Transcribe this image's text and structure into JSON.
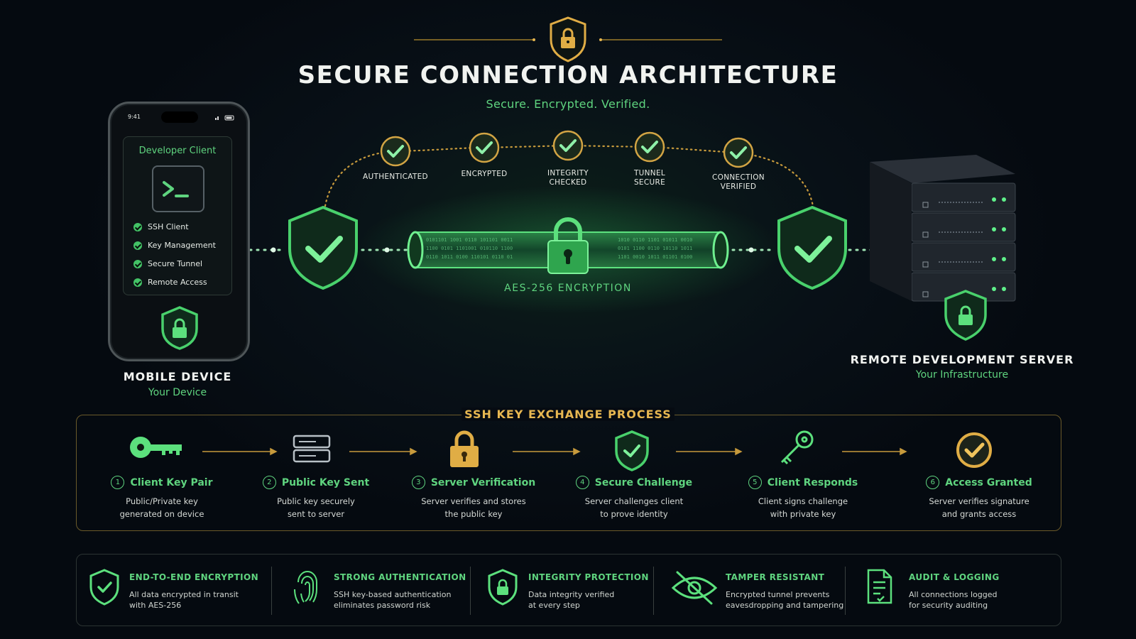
{
  "header": {
    "title": "SECURE CONNECTION ARCHITECTURE",
    "subtitle": "Secure. Encrypted. Verified."
  },
  "checks": [
    {
      "label": "AUTHENTICATED"
    },
    {
      "label": "ENCRYPTED"
    },
    {
      "label": "INTEGRITY\nCHECKED"
    },
    {
      "label": "TUNNEL\nSECURE"
    },
    {
      "label": "CONNECTION\nVERIFIED"
    }
  ],
  "tunnel": {
    "label": "AES-256 ENCRYPTION"
  },
  "mobile": {
    "status_time": "9:41",
    "panel_title": "Developer Client",
    "features": [
      "SSH Client",
      "Key Management",
      "Secure Tunnel",
      "Remote Access"
    ],
    "title": "MOBILE DEVICE",
    "subtitle": "Your Device"
  },
  "server": {
    "title": "REMOTE DEVELOPMENT SERVER",
    "subtitle": "Your Infrastructure"
  },
  "exchange": {
    "title": "SSH KEY EXCHANGE PROCESS",
    "steps": [
      {
        "num": "1",
        "title": "Client Key Pair",
        "desc1": "Public/Private key",
        "desc2": "generated on device",
        "icon": "key-icon"
      },
      {
        "num": "2",
        "title": "Public Key Sent",
        "desc1": "Public key securely",
        "desc2": "sent to server",
        "icon": "server-icon"
      },
      {
        "num": "3",
        "title": "Server Verification",
        "desc1": "Server verifies and stores",
        "desc2": "the public key",
        "icon": "padlock-icon"
      },
      {
        "num": "4",
        "title": "Secure Challenge",
        "desc1": "Server challenges client",
        "desc2": "to prove identity",
        "icon": "shield-check-icon"
      },
      {
        "num": "5",
        "title": "Client Responds",
        "desc1": "Client signs challenge",
        "desc2": "with private key",
        "icon": "key-outline-icon"
      },
      {
        "num": "6",
        "title": "Access Granted",
        "desc1": "Server verifies signature",
        "desc2": "and grants access",
        "icon": "check-circle-icon"
      }
    ]
  },
  "features": [
    {
      "title": "END-TO-END ENCRYPTION",
      "desc1": "All data encrypted in transit",
      "desc2": "with AES-256",
      "icon": "shield-check-icon"
    },
    {
      "title": "STRONG AUTHENTICATION",
      "desc1": "SSH key-based authentication",
      "desc2": "eliminates password risk",
      "icon": "fingerprint-icon"
    },
    {
      "title": "INTEGRITY PROTECTION",
      "desc1": "Data integrity verified",
      "desc2": "at every step",
      "icon": "shield-lock-icon"
    },
    {
      "title": "TAMPER RESISTANT",
      "desc1": "Encrypted tunnel prevents",
      "desc2": "eavesdropping and tampering",
      "icon": "eye-off-icon"
    },
    {
      "title": "AUDIT & LOGGING",
      "desc1": "All connections logged",
      "desc2": "for security auditing",
      "icon": "document-icon"
    }
  ],
  "colors": {
    "accent_green": "#5fd47f",
    "accent_gold": "#e7b751",
    "background": "#060b12"
  }
}
